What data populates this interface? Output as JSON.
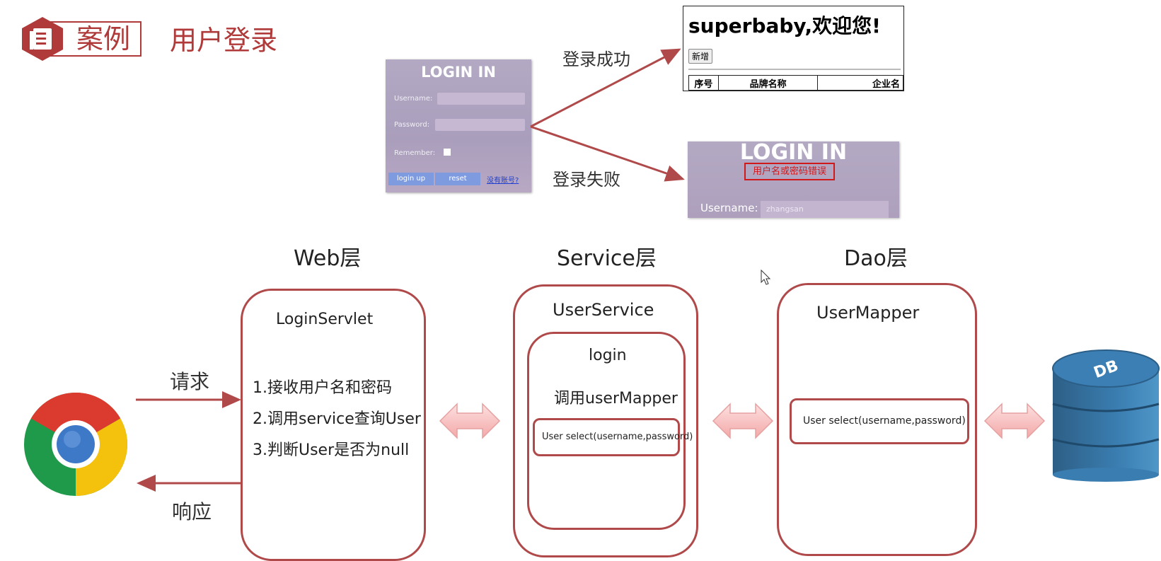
{
  "header": {
    "badge": "案例",
    "title": "用户登录"
  },
  "login_form": {
    "title": "LOGIN IN",
    "username_label": "Username:",
    "password_label": "Password:",
    "remember_label": "Remember:",
    "login_button": "login up",
    "reset_button": "reset",
    "register_link": "没有账号?"
  },
  "success_branch": {
    "label": "登录成功",
    "welcome": "superbaby,欢迎您!",
    "add_button": "新增",
    "table_headers": [
      "序号",
      "品牌名称",
      "企业名"
    ]
  },
  "fail_branch": {
    "label": "登录失败",
    "title": "LOGIN IN",
    "error": "用户名或密码错误",
    "username_label": "Username:",
    "username_value": "zhangsan"
  },
  "layers": {
    "web": {
      "heading": "Web层",
      "component": "LoginServlet",
      "steps": [
        "1.接收用户名和密码",
        "2.调用service查询User",
        "3.判断User是否为null"
      ]
    },
    "service": {
      "heading": "Service层",
      "component": "UserService",
      "method": "login",
      "call": "调用userMapper",
      "signature": "User select(username,password)"
    },
    "dao": {
      "heading": "Dao层",
      "component": "UserMapper",
      "signature": "User select(username,password)"
    }
  },
  "client": {
    "request": "请求",
    "response": "响应"
  },
  "database": {
    "label": "DB"
  },
  "colors": {
    "accent": "#b03a3a",
    "box_border": "#b04a4a",
    "arrow_fill": "#f9c3c3"
  },
  "icons": {
    "badge": "document-icon",
    "browser": "chrome-icon",
    "database": "database-icon"
  }
}
